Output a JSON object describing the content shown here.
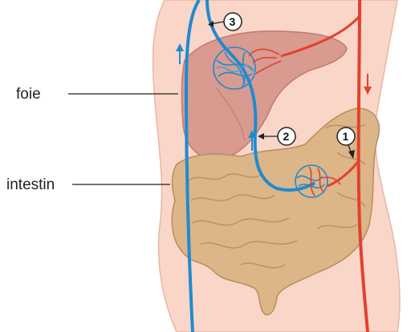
{
  "labels": {
    "liver": "foie",
    "intestine": "intestin"
  },
  "markers": [
    "1",
    "2",
    "3"
  ],
  "colors": {
    "skin": "#f9d6c8",
    "liver": "#d99a90",
    "intestine": "#dcb589",
    "vein": "#1e8bd0",
    "artery": "#e2412d"
  },
  "icons": [
    "arrow-up-icon",
    "arrow-down-icon"
  ]
}
